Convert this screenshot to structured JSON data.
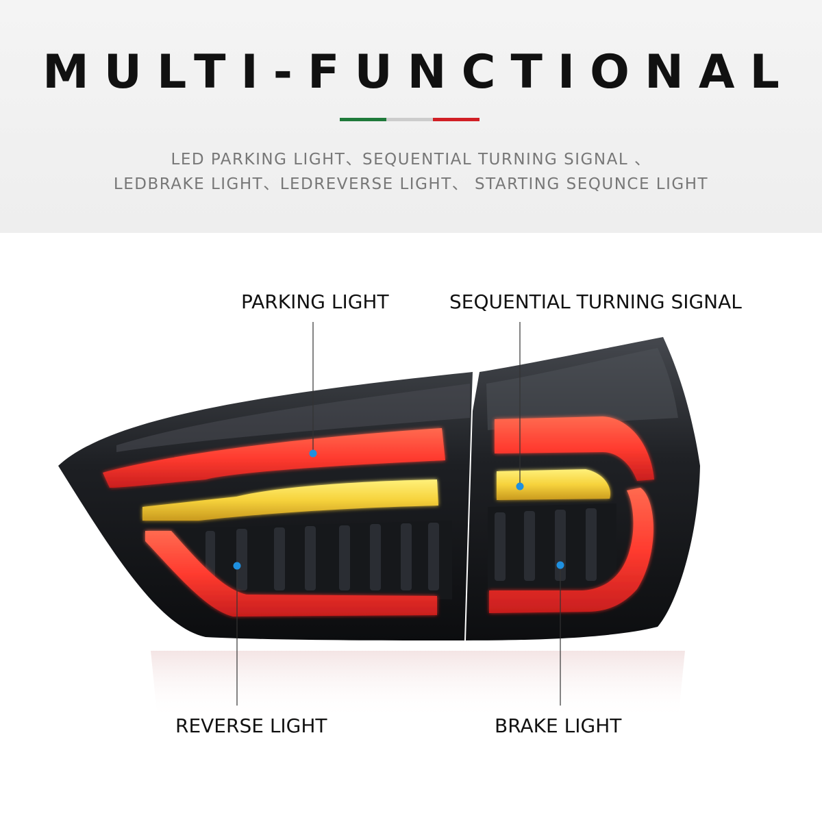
{
  "header": {
    "title": "MULTI-FUNCTIONAL",
    "subtitle_line1": "LED PARKING LIGHT、SEQUENTIAL TURNING SIGNAL 、",
    "subtitle_line2": "LEDBRAKE LIGHT、LEDREVERSE LIGHT、 STARTING SEQUNCE LIGHT",
    "flag_colors": [
      "#1f7a3a",
      "#cccccc",
      "#d11f25"
    ]
  },
  "callouts": {
    "parking": "PARKING LIGHT",
    "turning": "SEQUENTIAL TURNING SIGNAL",
    "reverse": "REVERSE LIGHT",
    "brake": "BRAKE LIGHT"
  },
  "colors": {
    "marker": "#1e90e0",
    "red_light": "#ff4a3a",
    "amber_light": "#f5d040",
    "housing": "#1a1c20"
  },
  "icons": {
    "marker": "dot-marker-icon"
  }
}
